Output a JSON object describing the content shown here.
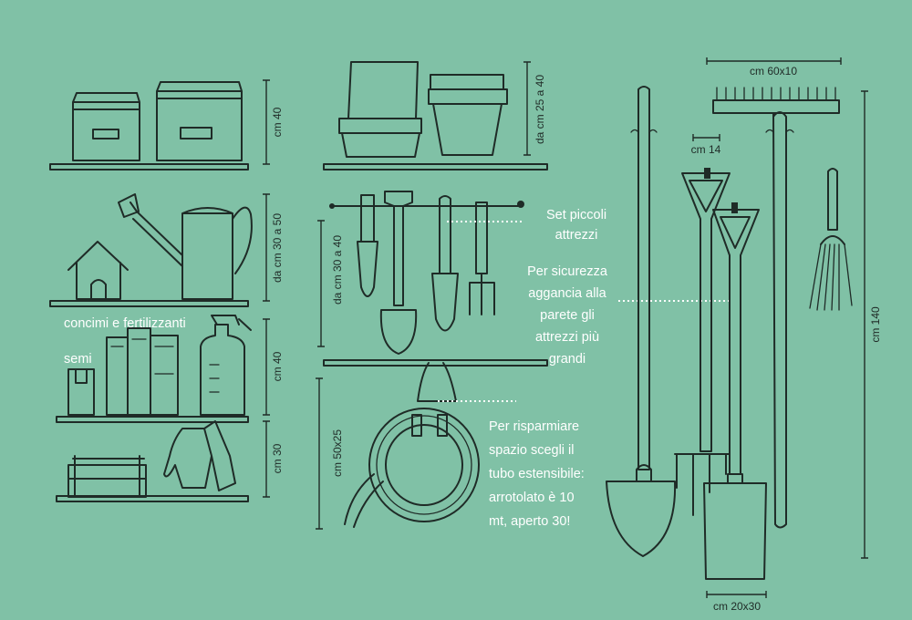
{
  "dimensions": {
    "boxes": "cm 40",
    "watering_can_shelf": "da cm 30 a 50",
    "fertilizer_shelf": "cm 40",
    "crate_shelf": "cm 30",
    "pots": "da cm 25 a 40",
    "small_tools": "da cm 30 a 40",
    "hose": "cm 50x25",
    "rake": "cm 60x10",
    "handle": "cm 14",
    "tall_tools": "cm 140",
    "shovel_blade": "cm 20x30"
  },
  "labels": {
    "fertilizers": "concimi e fertilizzanti",
    "seeds": "semi"
  },
  "notes": {
    "small_tools": [
      "Set piccoli",
      "attrezzi"
    ],
    "safety": [
      "Per sicurezza",
      "aggancia alla",
      "parete gli",
      "attrezzi più",
      "grandi"
    ],
    "hose": [
      "Per risparmiare",
      "spazio scegli il",
      "tubo estensibile:",
      "arrotolato è 10",
      "mt, aperto 30!"
    ]
  },
  "colors": {
    "background": "#80c1a6",
    "ink": "#1f2b27",
    "note_text": "#ffffff"
  }
}
